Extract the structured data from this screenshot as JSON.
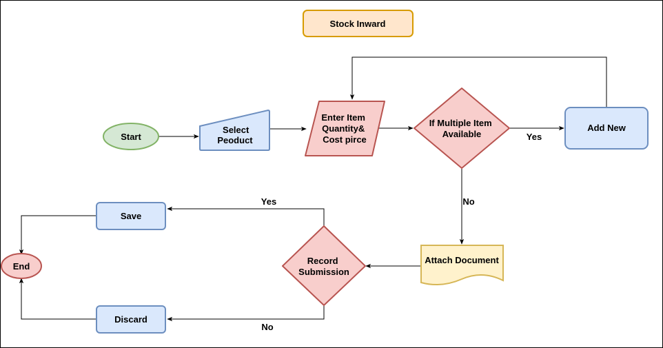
{
  "diagram": {
    "title": "Stock Inward",
    "nodes": {
      "start": {
        "label": "Start"
      },
      "select_product": {
        "lines": [
          "Select",
          "Peoduct"
        ]
      },
      "enter_item": {
        "lines": [
          "Enter Item",
          "Quantity&",
          "Cost pirce"
        ]
      },
      "multiple_item": {
        "lines": [
          "If Multiple Item",
          "Available"
        ]
      },
      "add_new": {
        "label": "Add New"
      },
      "attach_document": {
        "label": "Attach Document"
      },
      "record_submission": {
        "lines": [
          "Record",
          "Submission"
        ]
      },
      "save": {
        "label": "Save"
      },
      "discard": {
        "label": "Discard"
      },
      "end": {
        "label": "End"
      }
    },
    "edge_labels": {
      "multiple_yes": "Yes",
      "multiple_no": "No",
      "record_yes": "Yes",
      "record_no": "No"
    }
  },
  "colors": {
    "title_fill": "#ffe6cc",
    "title_stroke": "#d79b00",
    "green_fill": "#d5e8d4",
    "green_stroke": "#82b366",
    "blue_fill": "#dae8fc",
    "blue_stroke": "#6c8ebf",
    "red_fill": "#f8cecc",
    "red_stroke": "#b85450",
    "yellow_fill": "#fff2cc",
    "yellow_stroke": "#d6b656",
    "line": "#000000"
  }
}
